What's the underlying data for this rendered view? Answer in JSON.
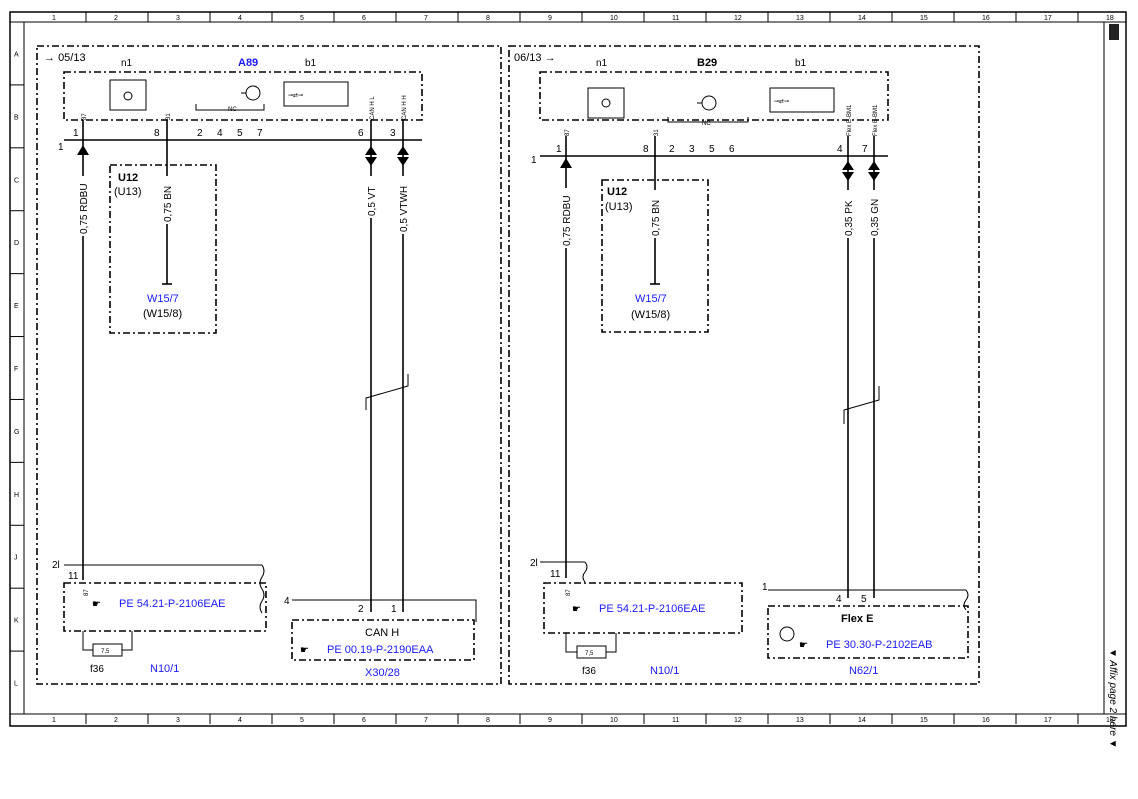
{
  "grid_columns": [
    "1",
    "2",
    "3",
    "4",
    "5",
    "6",
    "7",
    "8",
    "9",
    "10",
    "11",
    "12",
    "13",
    "14",
    "15",
    "16",
    "17",
    "18"
  ],
  "grid_rows": [
    "A",
    "B",
    "C",
    "D",
    "E",
    "F",
    "G",
    "H",
    "J",
    "K",
    "L"
  ],
  "side_note": "▼ Affix page 2 here ▼",
  "left": {
    "page_ref": "05/13",
    "component": "A89",
    "n1": "n1",
    "b1": "b1",
    "nc": "NC",
    "pins_top": [
      "1",
      "87",
      "8",
      "31",
      "2",
      "4",
      "5",
      "7",
      "6",
      "CAN H L",
      "3",
      "CAN H H"
    ],
    "wire1": "0,75 RDBU",
    "wire2": "0,75 BN",
    "wire3": "0,5 VT",
    "wire4": "0,5 VTWH",
    "u12": "U12",
    "u13": "(U13)",
    "w15_7": "W15/7",
    "w15_8": "(W15/8)",
    "pin_2l": "2l",
    "pin_11": "11",
    "pin_87": "87",
    "pe_n10": "PE 54.21-P-2106EAE",
    "fuse_val": "7,5",
    "fuse_name": "f36",
    "n10": "N10/1",
    "pin_4": "4",
    "pin_2": "2",
    "pin_1": "1",
    "can_h": "CAN H",
    "pe_x30": "PE 00.19-P-2190EAA",
    "x30": "X30/28"
  },
  "right": {
    "page_ref": "06/13",
    "component": "B29",
    "n1": "n1",
    "b1": "b1",
    "nc": "NC",
    "pins_top": [
      "1",
      "87",
      "8",
      "31",
      "2",
      "3",
      "5",
      "6",
      "4",
      "Flex E-BM1",
      "7",
      "Flex E-BM1"
    ],
    "wire1": "0,75 RDBU",
    "wire2": "0,75 BN",
    "wire3": "0,35 PK",
    "wire4": "0,35 GN",
    "u12": "U12",
    "u13": "(U13)",
    "w15_7": "W15/7",
    "w15_8": "(W15/8)",
    "pin_2l": "2l",
    "pin_11": "11",
    "pin_87": "87",
    "pe_n10": "PE 54.21-P-2106EAE",
    "fuse_val": "7,5",
    "fuse_name": "f36",
    "n10": "N10/1",
    "pin_1": "1",
    "pin_4": "4",
    "pin_5": "5",
    "flex_e": "Flex E",
    "pe_n62": "PE 30.30-P-2102EAB",
    "n62": "N62/1"
  }
}
